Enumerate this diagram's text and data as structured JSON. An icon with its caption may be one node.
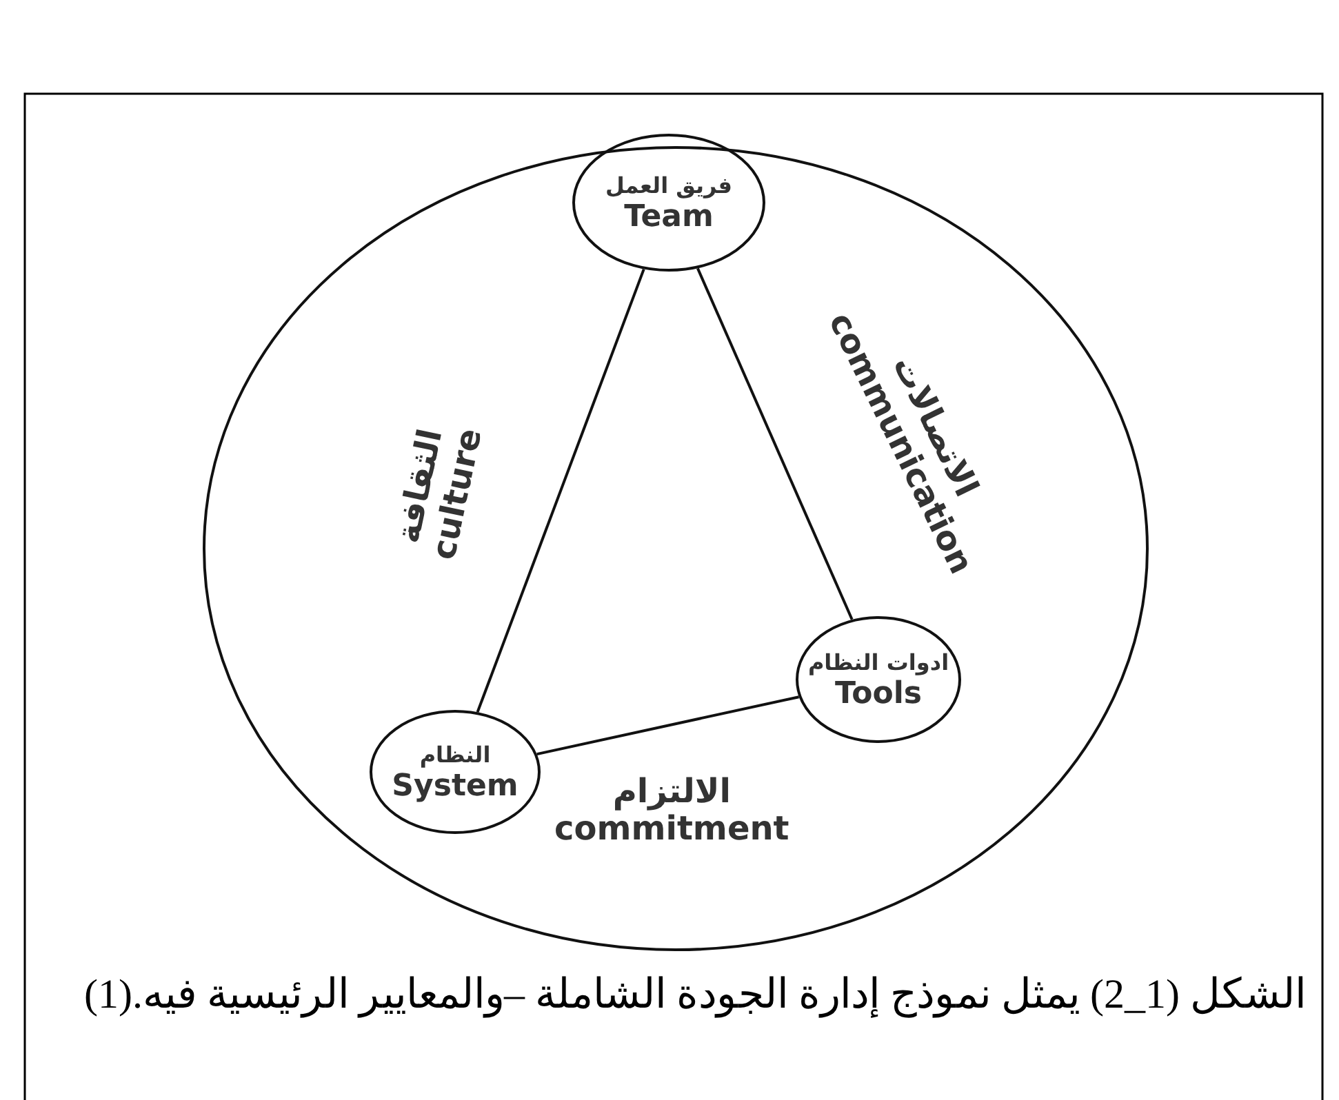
{
  "diagram": {
    "caption": "الشكل (1_2) يمثل نموذج إدارة الجودة الشاملة –والمعايير الرئيسية فيه.(1)",
    "nodes": [
      {
        "text": [],
        "shape": "circle"
      },
      {
        "text": [
          "فريق العمل",
          "Team"
        ],
        "in": 0
      },
      {
        "text": [
          "النظام",
          "System"
        ],
        "in": 0
      },
      {
        "text": [
          "ادوات النظام",
          "Tools"
        ],
        "in": 0
      }
    ],
    "edges": [
      {
        "from": 1,
        "to": 3,
        "arrow": "none",
        "label": "الاتصالات communication"
      },
      {
        "from": 1,
        "to": 2,
        "arrow": "none",
        "label": "الثقافة culture"
      },
      {
        "from": 2,
        "to": 3,
        "arrow": "none",
        "label": "الالتزام commitment"
      }
    ]
  }
}
